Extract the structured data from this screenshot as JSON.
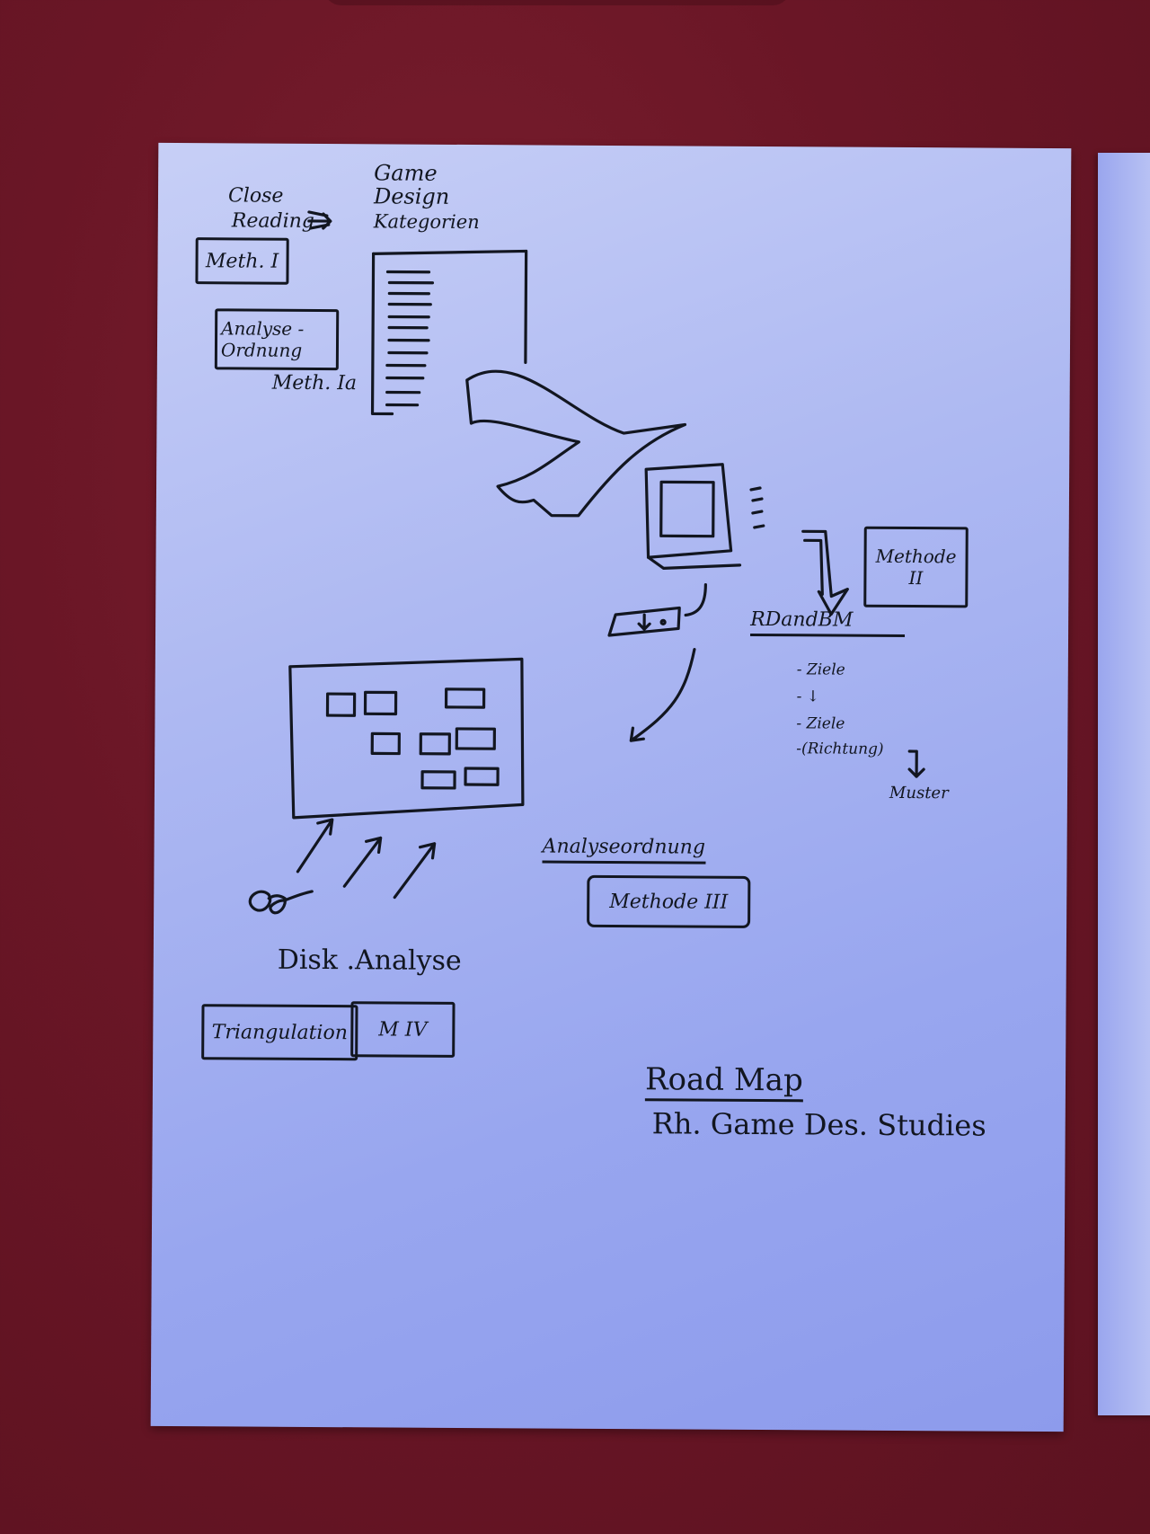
{
  "sketch": {
    "close_reading": [
      "Close",
      "Reading"
    ],
    "method_1": "Meth. I",
    "game_design": [
      "Game",
      "Design",
      "Kategorien"
    ],
    "analyse": [
      "Analyse -",
      "Ordnung"
    ],
    "method_1a": "Meth. Ia",
    "method_2": [
      "Methode",
      "II"
    ],
    "rdbm_heading": "RDandBM",
    "rdbm_items": [
      "- Ziele",
      "- ↓",
      "- Ziele",
      "-(Richtung)"
    ],
    "rdbm_result": "Muster",
    "analyse_ordnung": "Analyseordnung",
    "method_3": "Methode III",
    "disk_analyse": "Disk .Analyse",
    "triangulation": "Triangulation",
    "method_4": "M IV",
    "title": "Road Map",
    "subtitle": "Rh. Game Des. Studies"
  }
}
